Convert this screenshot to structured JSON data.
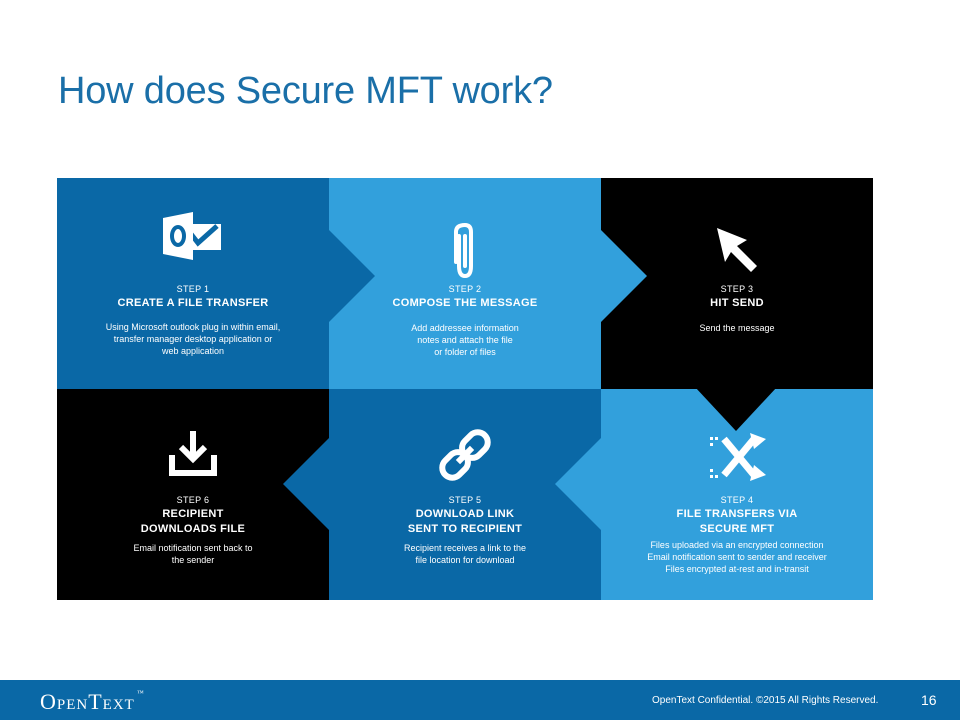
{
  "slide": {
    "title": "How does Secure MFT work?"
  },
  "steps": [
    {
      "step": "STEP 1",
      "heading_lines": [
        "CREATE A FILE TRANSFER"
      ],
      "desc_lines": [
        "Using Microsoft outlook plug in within email,",
        "transfer manager desktop application or",
        "web application"
      ],
      "icon": "outlook-icon",
      "bg": "#0a68a6"
    },
    {
      "step": "STEP 2",
      "heading_lines": [
        "COMPOSE THE MESSAGE"
      ],
      "desc_lines": [
        "Add addressee information",
        "notes and attach the file",
        "or folder of files"
      ],
      "icon": "paperclip-icon",
      "bg": "#32a0dc"
    },
    {
      "step": "STEP 3",
      "heading_lines": [
        "HIT SEND"
      ],
      "desc_lines": [
        "Send the message"
      ],
      "icon": "cursor-icon",
      "bg": "#000000"
    },
    {
      "step": "STEP 4",
      "heading_lines": [
        "FILE TRANSFERS VIA",
        "SECURE MFT"
      ],
      "desc_lines": [
        "Files uploaded via an encrypted connection",
        "Email notification sent to sender and receiver",
        "Files encrypted at-rest and in-transit"
      ],
      "icon": "shuffle-transfer-icon",
      "bg": "#32a0dc"
    },
    {
      "step": "STEP 5",
      "heading_lines": [
        "DOWNLOAD  LINK",
        "SENT TO RECIPIENT"
      ],
      "desc_lines": [
        "Recipient receives a link to the",
        "file location for download"
      ],
      "icon": "link-icon",
      "bg": "#0a68a6"
    },
    {
      "step": "STEP 6",
      "heading_lines": [
        "RECIPIENT",
        "DOWNLOADS  FILE"
      ],
      "desc_lines": [
        "Email notification sent back to",
        "the sender"
      ],
      "icon": "download-icon",
      "bg": "#000000"
    }
  ],
  "footer": {
    "logo_text": "OpenText",
    "trademark": "™",
    "confidential": "OpenText Confidential. ©2015 All Rights Reserved.",
    "page_number": "16"
  }
}
